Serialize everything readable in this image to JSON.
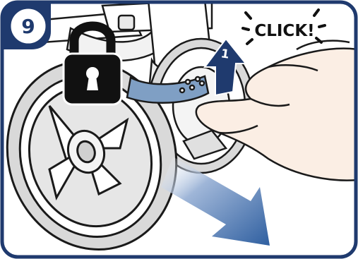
{
  "step": {
    "number": "9"
  },
  "callout": {
    "sound_text": "CLICK!",
    "arrow_step": "1"
  },
  "icons": {
    "lock": "padlock-locked-icon",
    "push_arrow": "up-arrow-icon",
    "direction_arrow": "diagonal-down-right-arrow-icon"
  },
  "colors": {
    "frame_navy": "#1f3a6e",
    "arrow_blue": "#2f5fa0",
    "strap_blue": "#7f9fc4",
    "lock_black": "#111111",
    "skin": "#fbeee4",
    "tire_gray": "#d9d9d9"
  }
}
